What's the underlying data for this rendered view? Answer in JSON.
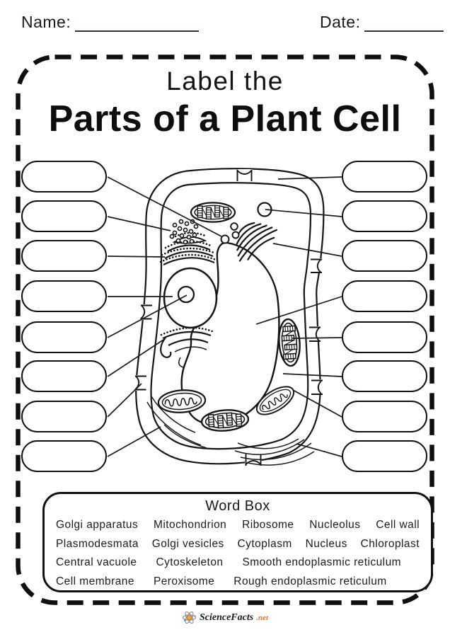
{
  "header": {
    "name_label": "Name:",
    "date_label": "Date:"
  },
  "title": {
    "line1": "Label the",
    "line2": "Parts of a Plant Cell"
  },
  "word_box": {
    "title": "Word Box",
    "rows": [
      [
        "Golgi apparatus",
        "Mitochondrion",
        "Ribosome",
        "Nucleolus",
        "Cell wall"
      ],
      [
        "Plasmodesmata",
        "Golgi vesicles",
        "Cytoplasm",
        "Nucleus",
        "Chloroplast"
      ],
      [
        "Central vacuole",
        "Cytoskeleton",
        "Smooth endoplasmic reticulum"
      ],
      [
        "Cell membrane",
        "Peroxisome",
        "Rough endoplasmic reticulum"
      ]
    ]
  },
  "diagram": {
    "blank_count_left": 8,
    "blank_count_right": 8,
    "structures": [
      "cell-wall",
      "cell-membrane",
      "plasmodesmata",
      "chloroplast",
      "mitochondrion",
      "peroxisome",
      "golgi-apparatus",
      "golgi-vesicles",
      "ribosomes",
      "rough-endoplasmic-reticulum",
      "smooth-endoplasmic-reticulum",
      "nucleus",
      "nucleolus",
      "central-vacuole",
      "cytoplasm",
      "cytoskeleton"
    ]
  },
  "footer": {
    "brand": "ScienceFacts",
    "brand_suffix": ".net",
    "logo_icon": "atom-icon"
  },
  "colors": {
    "ink": "#111111",
    "underline": "#3d2b2f",
    "brand_orange": "#e8722a"
  }
}
